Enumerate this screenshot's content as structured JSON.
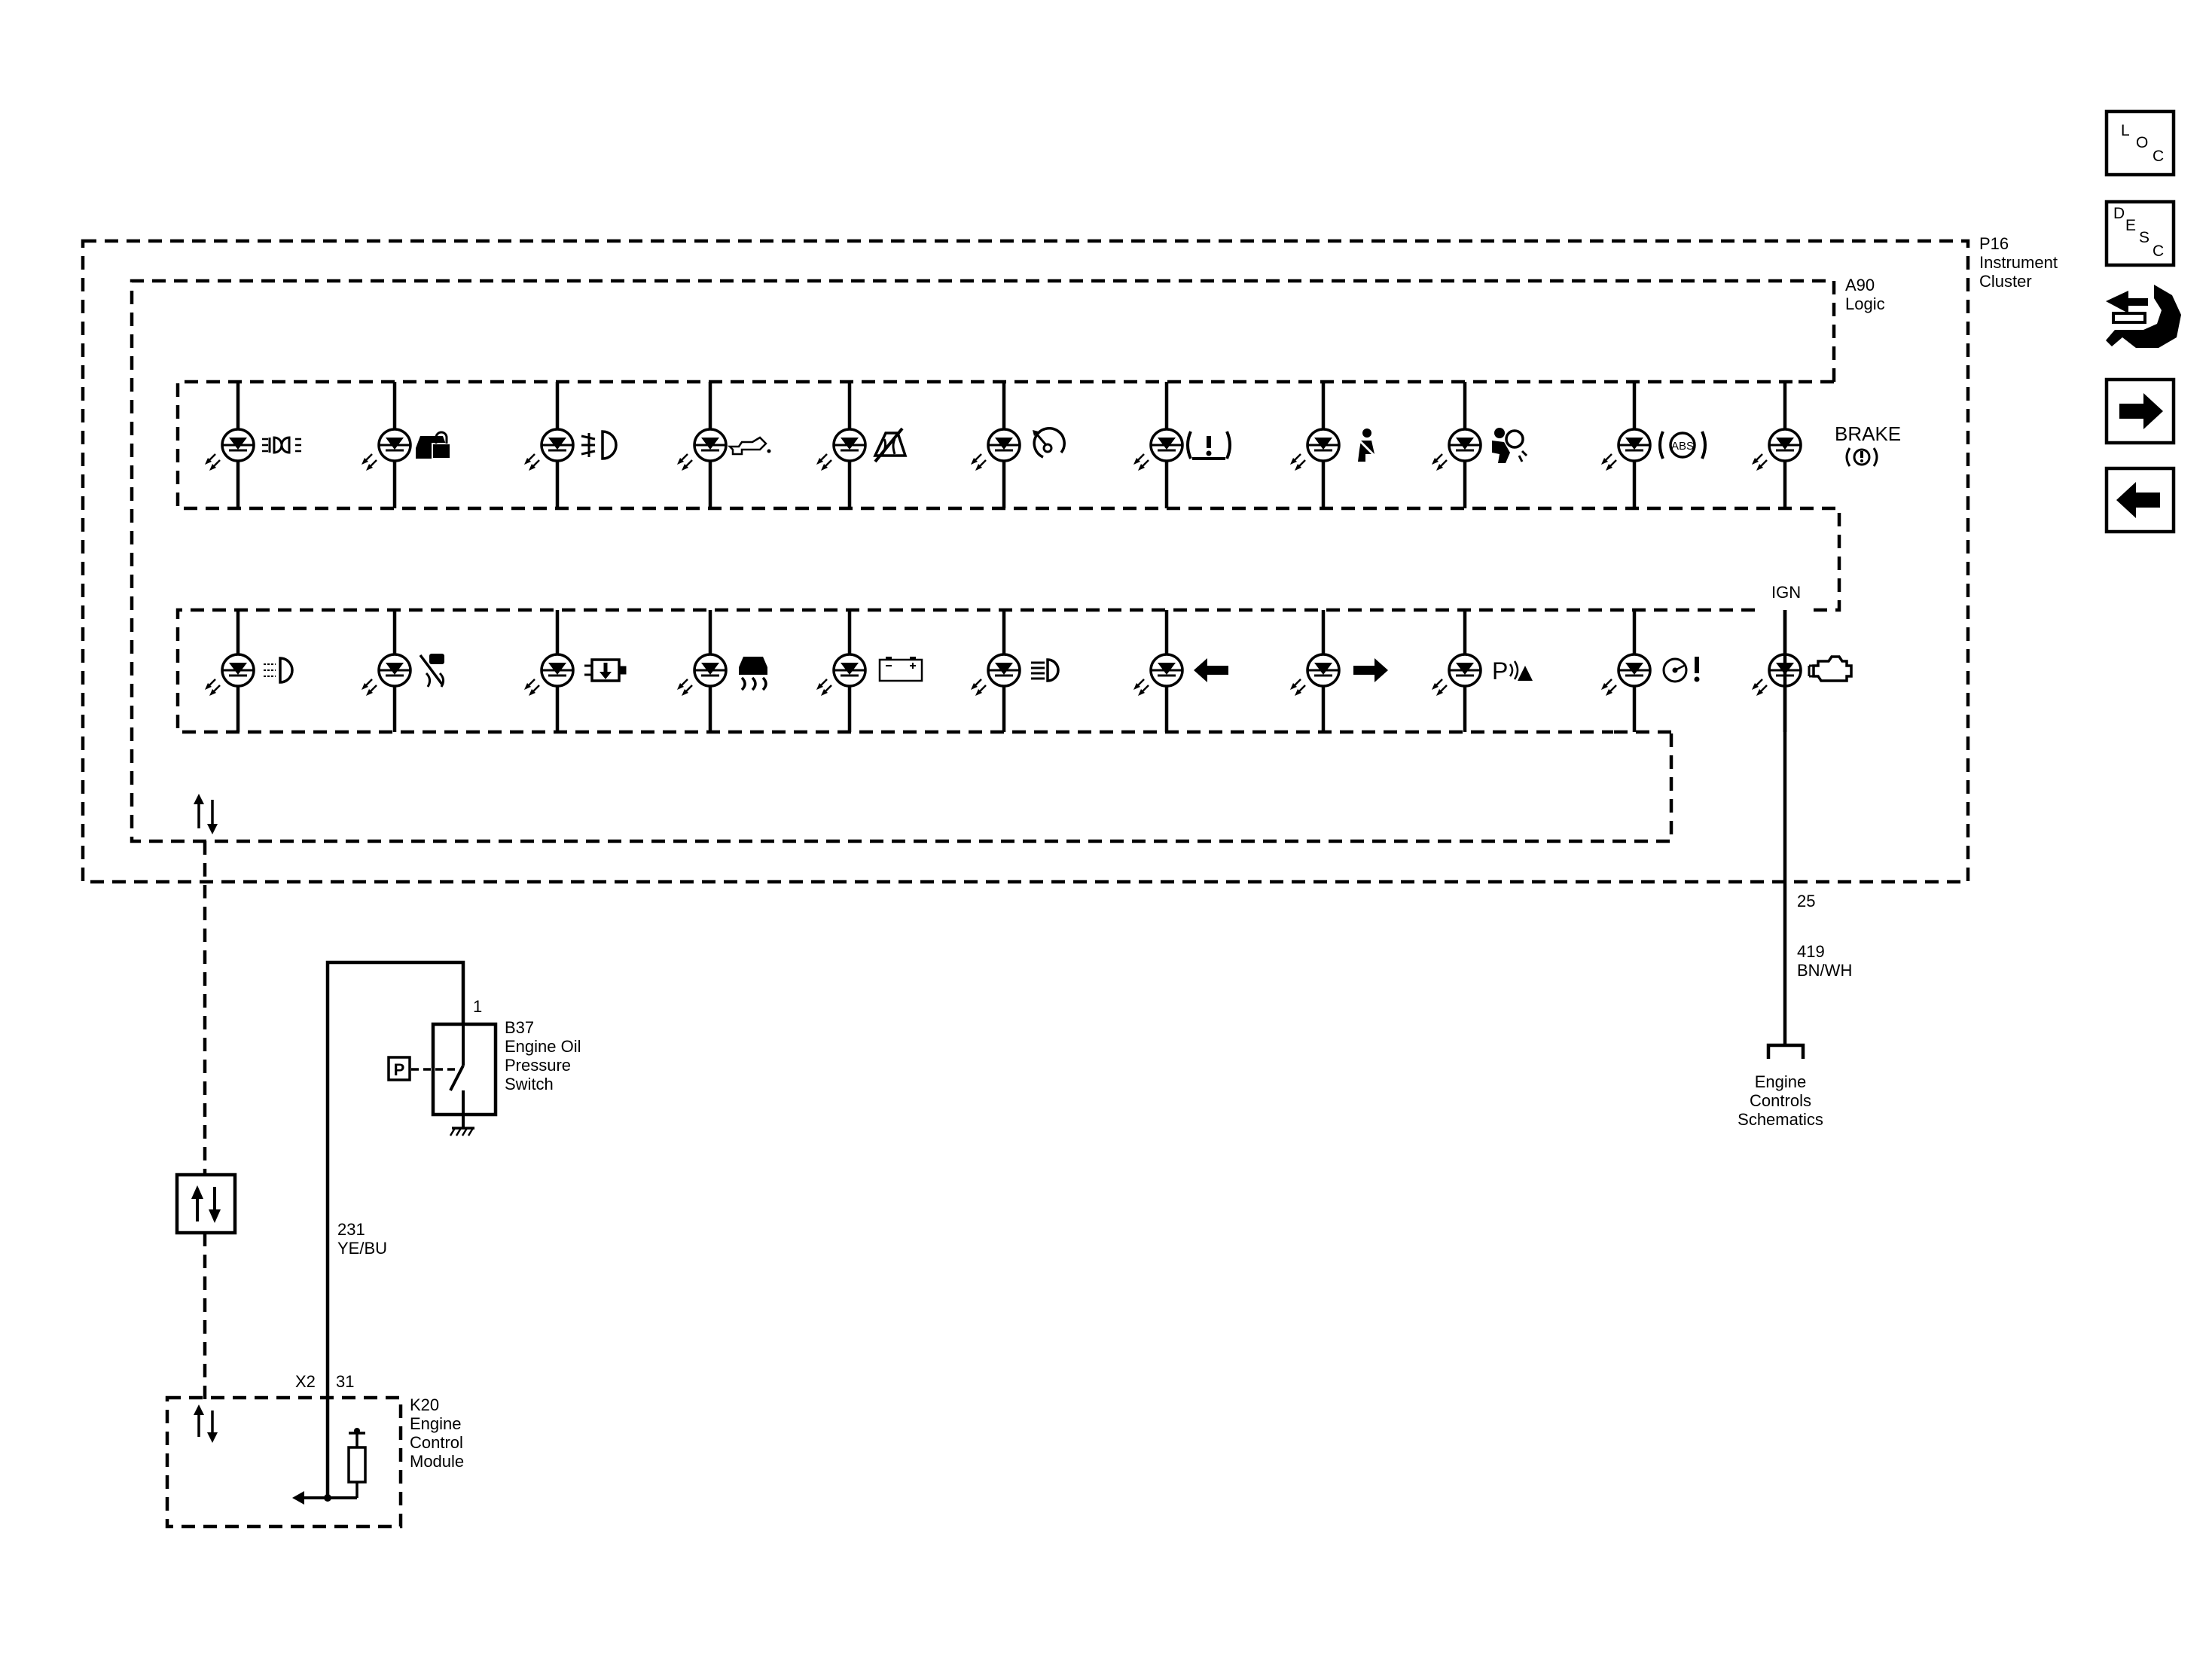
{
  "nav": {
    "loc": [
      "L",
      "O",
      "C"
    ],
    "desc": [
      "D",
      "E",
      "S",
      "C"
    ],
    "icons": [
      "service-tools-icon",
      "arrow-right-icon",
      "arrow-left-icon"
    ]
  },
  "cluster": {
    "p16_label": [
      "P16",
      "Instrument",
      "Cluster"
    ],
    "a90_label": [
      "A90",
      "Logic"
    ],
    "brake_text": "BRAKE",
    "ign": "IGN",
    "pin": "25"
  },
  "indicators": {
    "top_row": [
      "parking-lamps-icon",
      "security-lock-icon",
      "front-fog-lamp-icon",
      "oil-pressure-icon",
      "traction-off-icon",
      "cruise-control-icon",
      "tire-pressure-icon",
      "seat-belt-icon",
      "airbag-icon",
      "abs-icon",
      "brake-warning-icon"
    ],
    "bottom_row": [
      "rear-fog-lamp-icon",
      "stability-off-icon",
      "engine-power-reduced-icon",
      "traction-control-icon",
      "battery-charge-icon",
      "high-beam-icon",
      "turn-left-icon",
      "turn-right-icon",
      "park-assist-icon",
      "power-steering-icon",
      "check-engine-icon"
    ]
  },
  "ign_wire": {
    "circuit": "419",
    "color": "BN/WH",
    "destination": [
      "Engine",
      "Controls",
      "Schematics"
    ]
  },
  "b37": {
    "pin": "1",
    "label": [
      "B37",
      "Engine Oil",
      "Pressure",
      "Switch"
    ],
    "sensor": "P"
  },
  "signal_wire": {
    "circuit": "231",
    "color": "YE/BU"
  },
  "k20": {
    "connector": "X2",
    "pin": "31",
    "label": [
      "K20",
      "Engine",
      "Control",
      "Module"
    ]
  }
}
